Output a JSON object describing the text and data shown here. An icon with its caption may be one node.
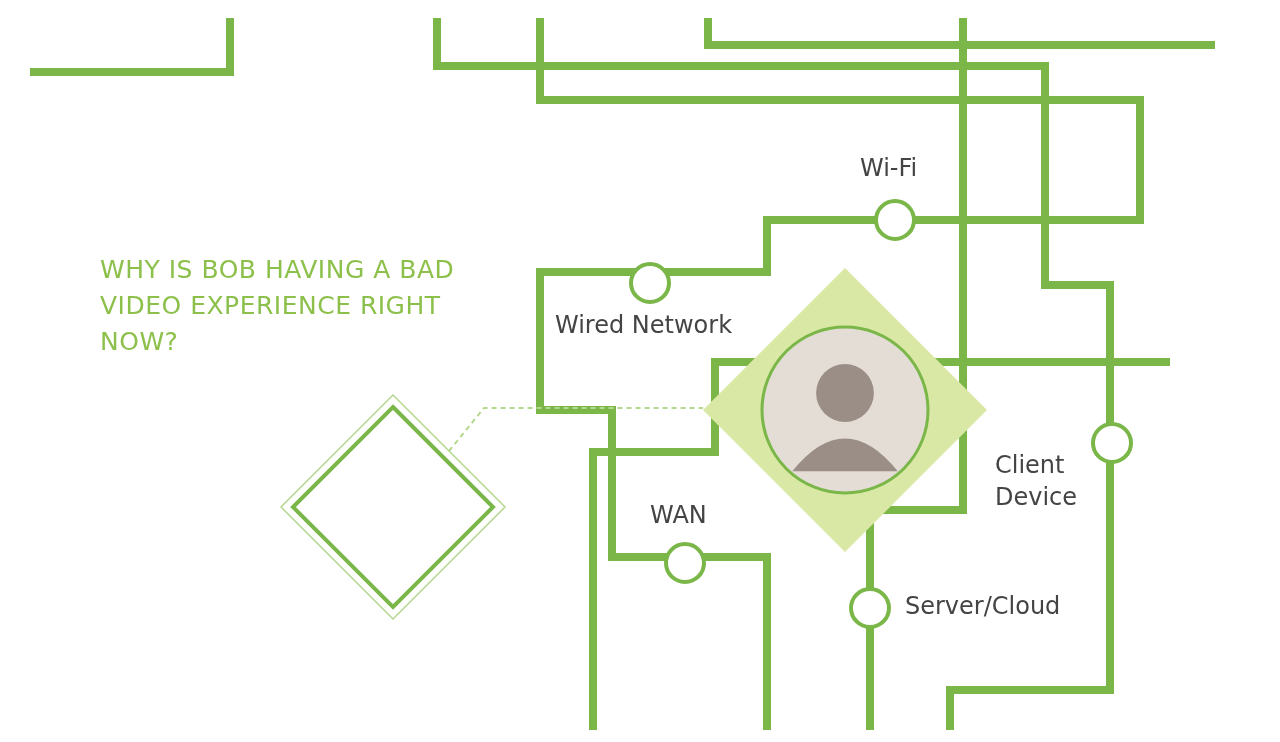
{
  "diagram": {
    "title": "WHY IS BOB HAVING A BAD VIDEO EXPERIENCE RIGHT NOW?",
    "nodes": [
      {
        "text": [
          "Wi-Fi"
        ]
      },
      {
        "text": [
          "Wired Network"
        ]
      },
      {
        "text": [
          "WAN"
        ]
      },
      {
        "text": [
          "Client Device"
        ]
      },
      {
        "text": [
          "Server/Cloud"
        ]
      },
      {
        "text": [],
        "shape": "diamond"
      },
      {
        "text": [],
        "shape": "picture",
        "in": 5
      },
      {
        "text": [],
        "shape": "diamond"
      }
    ],
    "edges": [
      {
        "from": 7,
        "to": 5,
        "arrow": "none",
        "style": "dashed"
      }
    ]
  }
}
